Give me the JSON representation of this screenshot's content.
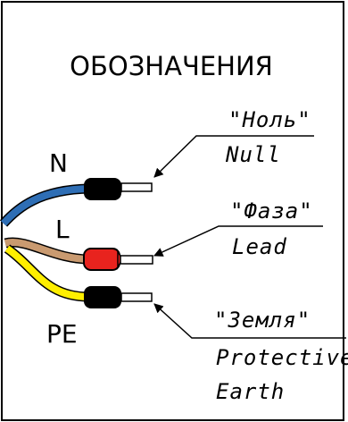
{
  "title": "ОБОЗНАЧЕНИЯ",
  "wires": {
    "neutral": {
      "letter": "N",
      "ru_label": "\"Ноль\"",
      "en_label": "Null",
      "insulation_color": "#2e6eb5",
      "ferrule_color": "#000000"
    },
    "phase": {
      "letter": "L",
      "ru_label": "\"Фаза\"",
      "en_label": "Lead",
      "insulation_color": "#c99a70",
      "ferrule_color": "#e8231e"
    },
    "earth": {
      "letter": "PE",
      "ru_label": "\"Земля\"",
      "en_label_line1": "Protective",
      "en_label_line2": "Earth",
      "insulation_color": "#ffef00",
      "ferrule_color": "#000000"
    }
  }
}
